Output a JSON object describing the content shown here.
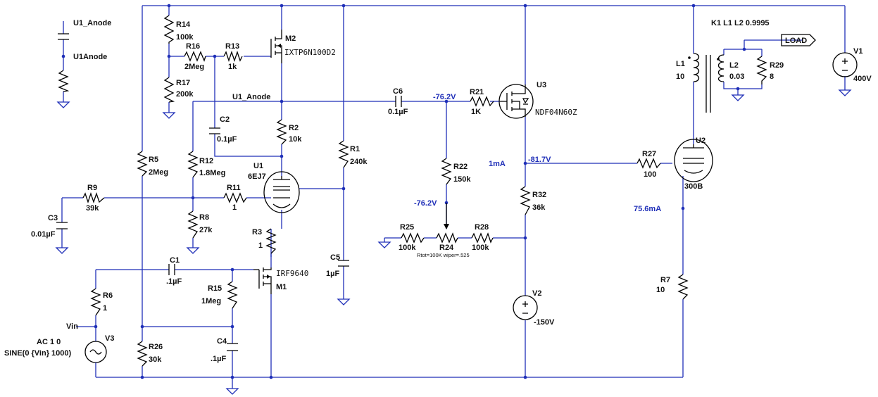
{
  "components": {
    "R14": {
      "name": "R14",
      "value": "100k"
    },
    "R16": {
      "name": "R16",
      "value": "2Meg"
    },
    "R13": {
      "name": "R13",
      "value": "1k"
    },
    "R17": {
      "name": "R17",
      "value": "200k"
    },
    "M2": {
      "name": "M2",
      "value": "IXTP6N100D2"
    },
    "C2": {
      "name": "C2",
      "value": "0.1µF"
    },
    "R2": {
      "name": "R2",
      "value": "10k"
    },
    "R12": {
      "name": "R12",
      "value": "1.8Meg"
    },
    "U1": {
      "name": "U1",
      "value": "6EJ7"
    },
    "R5": {
      "name": "R5",
      "value": "2Meg"
    },
    "R9": {
      "name": "R9",
      "value": "39k"
    },
    "R11": {
      "name": "R11",
      "value": "1"
    },
    "C3": {
      "name": "C3",
      "value": "0.01µF"
    },
    "R8": {
      "name": "R8",
      "value": "27k"
    },
    "R3": {
      "name": "R3",
      "value": "1"
    },
    "C1": {
      "name": "C1",
      "value": ".1µF"
    },
    "R15": {
      "name": "R15",
      "value": "1Meg"
    },
    "M1": {
      "name": "M1",
      "value": "IRF9640"
    },
    "R6": {
      "name": "R6",
      "value": "1"
    },
    "V3": {
      "name": "V3",
      "value1": "AC 1 0",
      "value2": "SINE(0 {Vin} 1000)"
    },
    "C4": {
      "name": "C4",
      "value": ".1µF"
    },
    "R26": {
      "name": "R26",
      "value": "30k"
    },
    "R1": {
      "name": "R1",
      "value": "240k"
    },
    "C5": {
      "name": "C5",
      "value": "1µF"
    },
    "C6": {
      "name": "C6",
      "value": "0.1µF"
    },
    "R21": {
      "name": "R21",
      "value": "1K"
    },
    "U3": {
      "name": "U3",
      "value": "NDF04N60Z"
    },
    "R22": {
      "name": "R22",
      "value": "150k"
    },
    "R25": {
      "name": "R25",
      "value": "100k"
    },
    "R24": {
      "name": "R24",
      "value": "Rtot=100K wiper=.525"
    },
    "R28": {
      "name": "R28",
      "value": "100k"
    },
    "R32": {
      "name": "R32",
      "value": "36k"
    },
    "V2": {
      "name": "V2",
      "value": "-150V"
    },
    "R27": {
      "name": "R27",
      "value": "100"
    },
    "U2": {
      "name": "U2",
      "value": "300B"
    },
    "R7": {
      "name": "R7",
      "value": "10"
    },
    "L1": {
      "name": "L1",
      "value": "10"
    },
    "L2": {
      "name": "L2",
      "value": "0.03"
    },
    "R29": {
      "name": "R29",
      "value": "8"
    },
    "V1": {
      "name": "V1",
      "value": "400V"
    },
    "K1": {
      "value": "K1 L1 L2 0.9995"
    }
  },
  "net_labels": {
    "u1_anode_top": "U1_Anode",
    "u1anode": "U1Anode",
    "u1_anode_mid": "U1_Anode",
    "vin": "Vin",
    "load": "LOAD"
  },
  "annotations": {
    "v_c6": "-76.2V",
    "v_r22": "-76.2V",
    "i_u3": "1mA",
    "v_u3": "-81.7V",
    "i_u2": "75.6mA"
  },
  "colors": {
    "wire": "#1f2fb8",
    "component": "#000000",
    "annotation": "#1f2fb8"
  }
}
